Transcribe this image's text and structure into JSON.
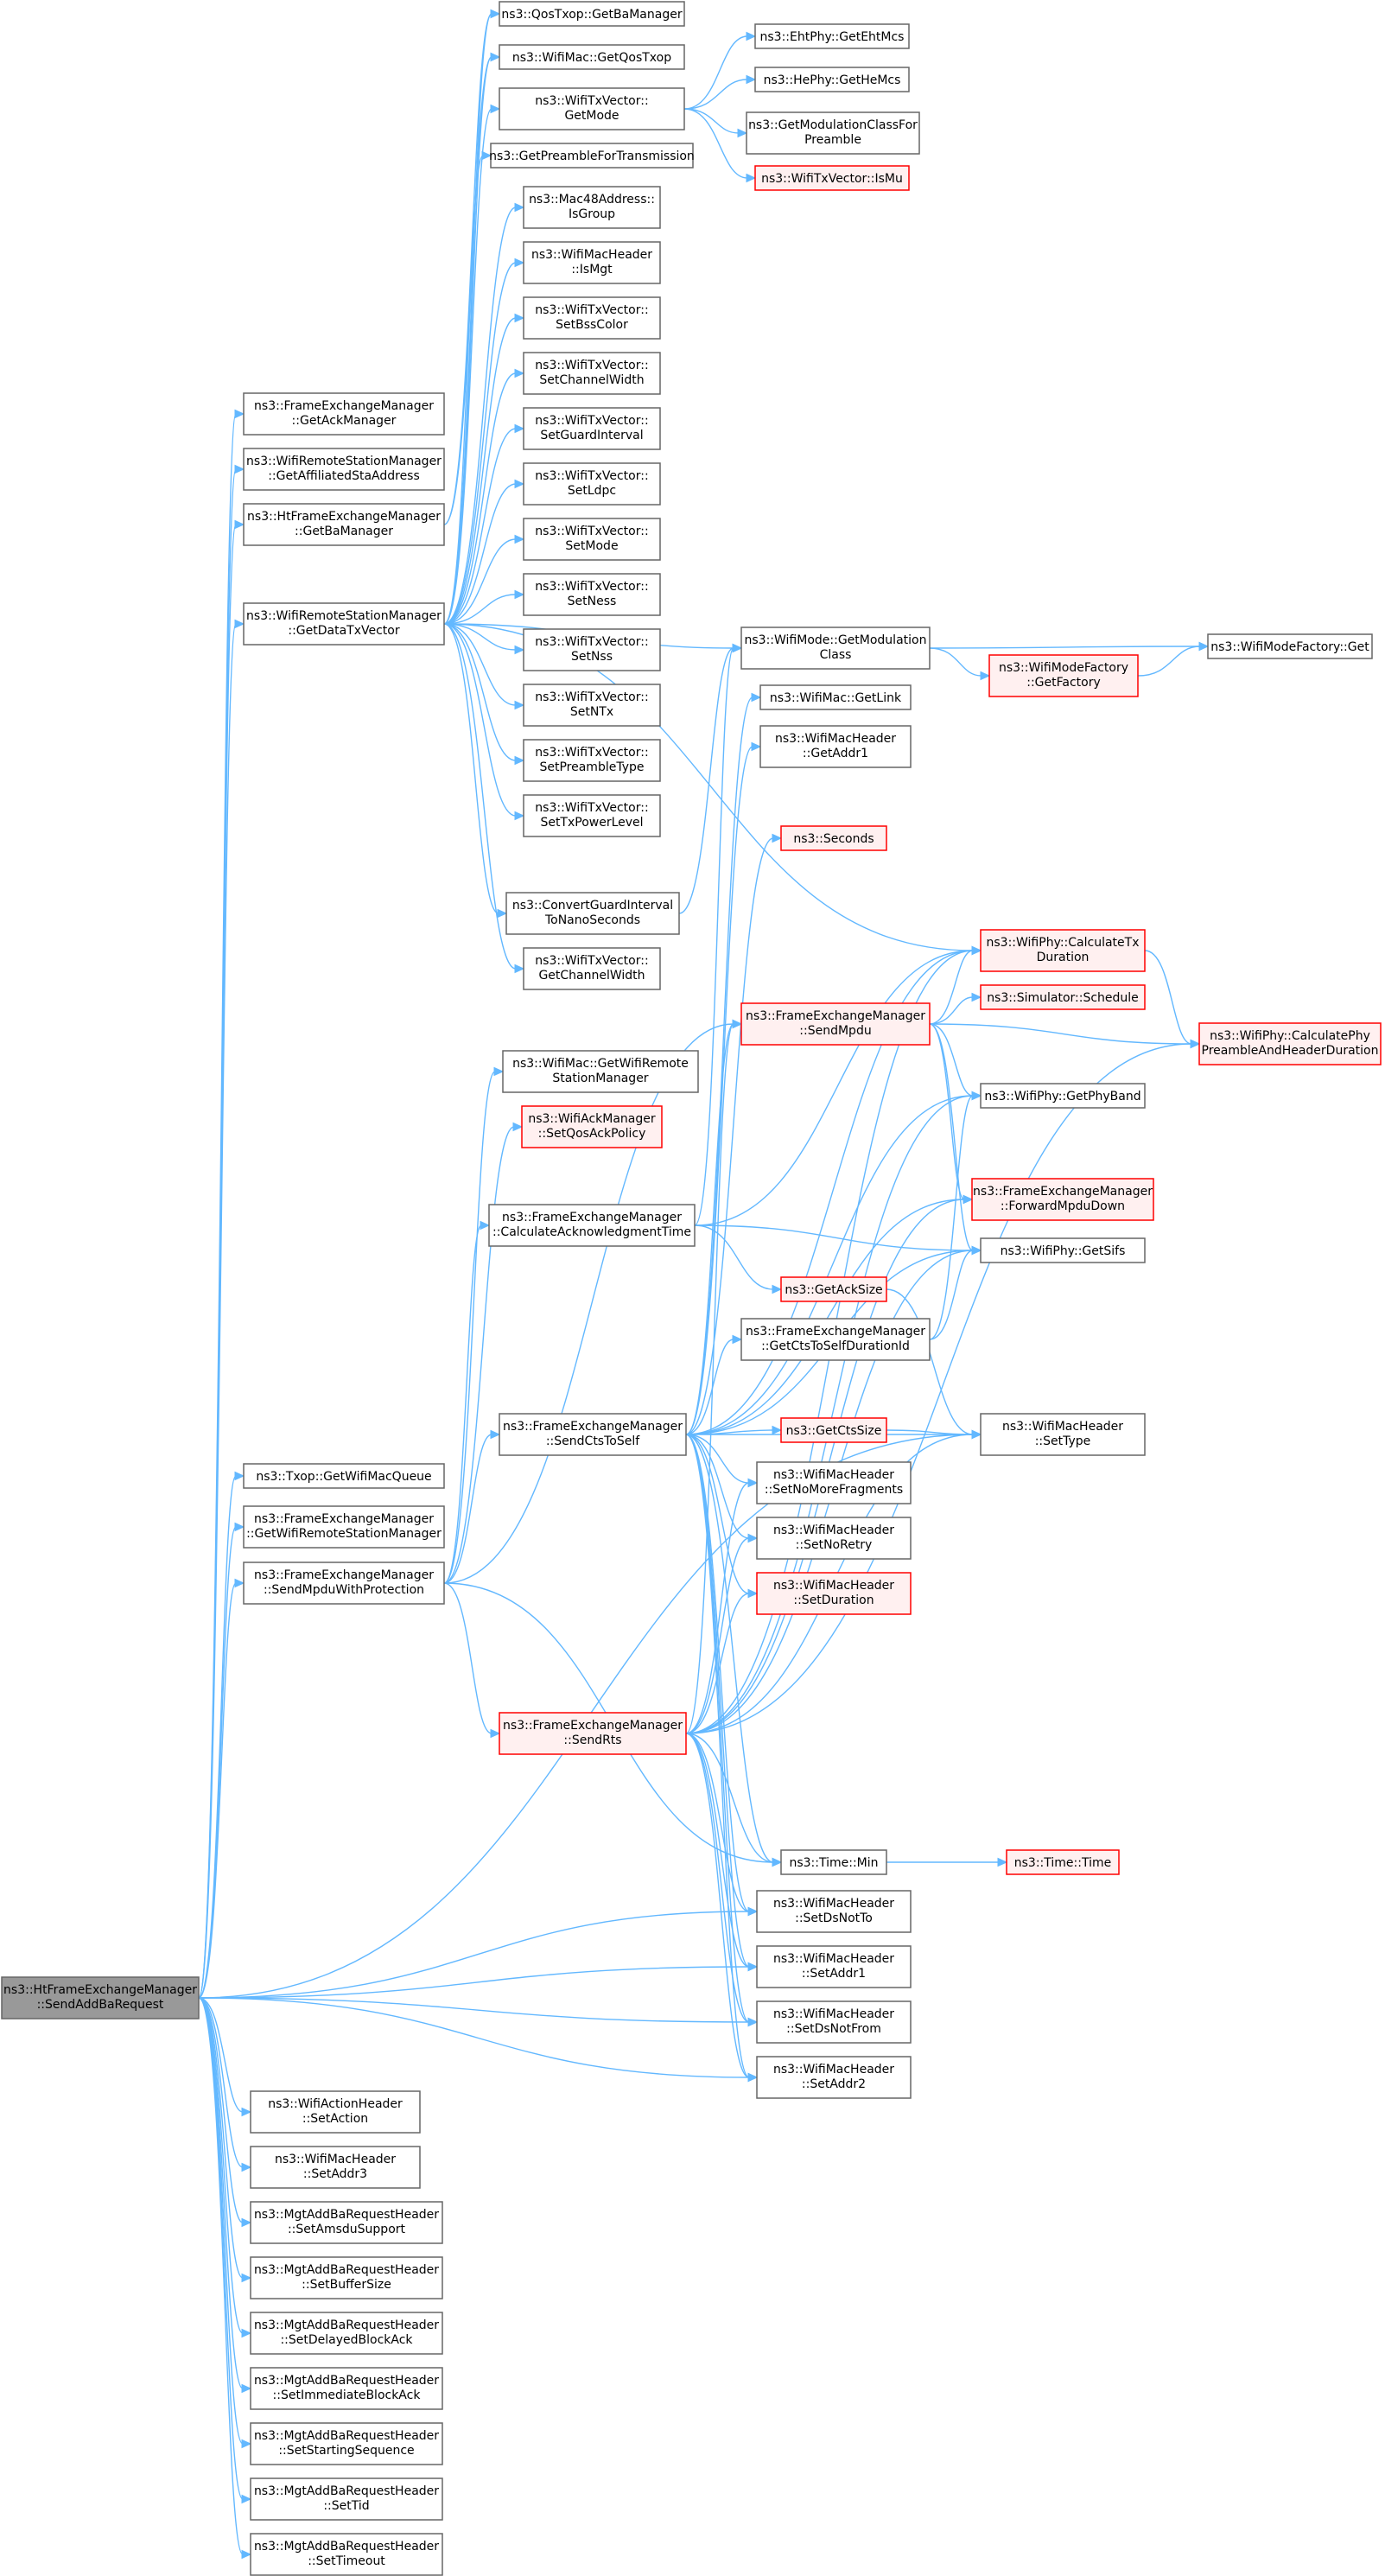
{
  "colors": {
    "edge": "#63b8ff",
    "node_border": "#666666",
    "node_fill": "#ffffff",
    "truncated_border": "#ff0000",
    "truncated_fill": "#fff0f0",
    "root_fill": "#999999",
    "root_border": "#666666",
    "text": "#000000"
  },
  "nodes": {
    "root": {
      "lines": [
        "ns3::HtFrameExchangeManager",
        "::SendAddBaRequest"
      ],
      "style": "root"
    },
    "getBaMgrQ": {
      "lines": [
        "ns3::QosTxop::GetBaManager"
      ],
      "style": "normal"
    },
    "getQosTxop": {
      "lines": [
        "ns3::WifiMac::GetQosTxop"
      ],
      "style": "normal"
    },
    "getMode": {
      "lines": [
        "ns3::WifiTxVector::",
        "GetMode"
      ],
      "style": "normal"
    },
    "getPreamble": {
      "lines": [
        "ns3::GetPreambleForTransmission"
      ],
      "style": "normal"
    },
    "isGroup": {
      "lines": [
        "ns3::Mac48Address::",
        "IsGroup"
      ],
      "style": "normal"
    },
    "isMgt": {
      "lines": [
        "ns3::WifiMacHeader",
        "::IsMgt"
      ],
      "style": "normal"
    },
    "setBss": {
      "lines": [
        "ns3::WifiTxVector::",
        "SetBssColor"
      ],
      "style": "normal"
    },
    "setChW": {
      "lines": [
        "ns3::WifiTxVector::",
        "SetChannelWidth"
      ],
      "style": "normal"
    },
    "setGI": {
      "lines": [
        "ns3::WifiTxVector::",
        "SetGuardInterval"
      ],
      "style": "normal"
    },
    "setLdpc": {
      "lines": [
        "ns3::WifiTxVector::",
        "SetLdpc"
      ],
      "style": "normal"
    },
    "setMode": {
      "lines": [
        "ns3::WifiTxVector::",
        "SetMode"
      ],
      "style": "normal"
    },
    "setNess": {
      "lines": [
        "ns3::WifiTxVector::",
        "SetNess"
      ],
      "style": "normal"
    },
    "setNss": {
      "lines": [
        "ns3::WifiTxVector::",
        "SetNss"
      ],
      "style": "normal"
    },
    "setNTx": {
      "lines": [
        "ns3::WifiTxVector::",
        "SetNTx"
      ],
      "style": "normal"
    },
    "setPre": {
      "lines": [
        "ns3::WifiTxVector::",
        "SetPreambleType"
      ],
      "style": "normal"
    },
    "setTxPwr": {
      "lines": [
        "ns3::WifiTxVector::",
        "SetTxPowerLevel"
      ],
      "style": "normal"
    },
    "convGI": {
      "lines": [
        "ns3::ConvertGuardInterval",
        "ToNanoSeconds"
      ],
      "style": "normal"
    },
    "getChW": {
      "lines": [
        "ns3::WifiTxVector::",
        "GetChannelWidth"
      ],
      "style": "normal"
    },
    "getEht": {
      "lines": [
        "ns3::EhtPhy::GetEhtMcs"
      ],
      "style": "normal"
    },
    "getHe": {
      "lines": [
        "ns3::HePhy::GetHeMcs"
      ],
      "style": "normal"
    },
    "getModClassPre": {
      "lines": [
        "ns3::GetModulationClassFor",
        "Preamble"
      ],
      "style": "normal"
    },
    "isMu": {
      "lines": [
        "ns3::WifiTxVector::IsMu"
      ],
      "style": "truncated"
    },
    "getAckMgr": {
      "lines": [
        "ns3::FrameExchangeManager",
        "::GetAckManager"
      ],
      "style": "normal"
    },
    "getAffSta": {
      "lines": [
        "ns3::WifiRemoteStationManager",
        "::GetAffiliatedStaAddress"
      ],
      "style": "normal"
    },
    "htGetBa": {
      "lines": [
        "ns3::HtFrameExchangeManager",
        "::GetBaManager"
      ],
      "style": "normal"
    },
    "getDataTx": {
      "lines": [
        "ns3::WifiRemoteStationManager",
        "::GetDataTxVector"
      ],
      "style": "normal"
    },
    "getModClass": {
      "lines": [
        "ns3::WifiMode::GetModulation",
        "Class"
      ],
      "style": "normal"
    },
    "getLink": {
      "lines": [
        "ns3::WifiMac::GetLink"
      ],
      "style": "normal"
    },
    "getAddr1": {
      "lines": [
        "ns3::WifiMacHeader",
        "::GetAddr1"
      ],
      "style": "normal"
    },
    "seconds": {
      "lines": [
        "ns3::Seconds"
      ],
      "style": "truncated"
    },
    "wmfGet": {
      "lines": [
        "ns3::WifiModeFactory::Get"
      ],
      "style": "normal"
    },
    "getFactory": {
      "lines": [
        "ns3::WifiModeFactory",
        "::GetFactory"
      ],
      "style": "truncated"
    },
    "calcTx": {
      "lines": [
        "ns3::WifiPhy::CalculateTx",
        "Duration"
      ],
      "style": "truncated"
    },
    "schedule": {
      "lines": [
        "ns3::Simulator::Schedule"
      ],
      "style": "truncated"
    },
    "calcPhy": {
      "lines": [
        "ns3::WifiPhy::CalculatePhy",
        "PreambleAndHeaderDuration"
      ],
      "style": "truncated"
    },
    "sendMpdu": {
      "lines": [
        "ns3::FrameExchangeManager",
        "::SendMpdu"
      ],
      "style": "truncated"
    },
    "getRSM": {
      "lines": [
        "ns3::WifiMac::GetWifiRemote",
        "StationManager"
      ],
      "style": "normal"
    },
    "setQosAck": {
      "lines": [
        "ns3::WifiAckManager",
        "::SetQosAckPolicy"
      ],
      "style": "truncated"
    },
    "getPhyBand": {
      "lines": [
        "ns3::WifiPhy::GetPhyBand"
      ],
      "style": "normal"
    },
    "fwdMpdu": {
      "lines": [
        "ns3::FrameExchangeManager",
        "::ForwardMpduDown"
      ],
      "style": "truncated"
    },
    "calcAck": {
      "lines": [
        "ns3::FrameExchangeManager",
        "::CalculateAcknowledgmentTime"
      ],
      "style": "normal"
    },
    "getSifs": {
      "lines": [
        "ns3::WifiPhy::GetSifs"
      ],
      "style": "normal"
    },
    "getAckSize": {
      "lines": [
        "ns3::GetAckSize"
      ],
      "style": "truncated"
    },
    "getCtsDur": {
      "lines": [
        "ns3::FrameExchangeManager",
        "::GetCtsToSelfDurationId"
      ],
      "style": "normal"
    },
    "sendCts": {
      "lines": [
        "ns3::FrameExchangeManager",
        "::SendCtsToSelf"
      ],
      "style": "normal"
    },
    "getCtsSize": {
      "lines": [
        "ns3::GetCtsSize"
      ],
      "style": "truncated"
    },
    "setType": {
      "lines": [
        "ns3::WifiMacHeader",
        "::SetType"
      ],
      "style": "normal"
    },
    "setNoMore": {
      "lines": [
        "ns3::WifiMacHeader",
        "::SetNoMoreFragments"
      ],
      "style": "normal"
    },
    "setNoRetry": {
      "lines": [
        "ns3::WifiMacHeader",
        "::SetNoRetry"
      ],
      "style": "normal"
    },
    "setDur": {
      "lines": [
        "ns3::WifiMacHeader",
        "::SetDuration"
      ],
      "style": "truncated"
    },
    "getWMQ": {
      "lines": [
        "ns3::Txop::GetWifiMacQueue"
      ],
      "style": "normal"
    },
    "femGetRSM": {
      "lines": [
        "ns3::FrameExchangeManager",
        "::GetWifiRemoteStationManager"
      ],
      "style": "normal"
    },
    "sendProt": {
      "lines": [
        "ns3::FrameExchangeManager",
        "::SendMpduWithProtection"
      ],
      "style": "normal"
    },
    "sendRts": {
      "lines": [
        "ns3::FrameExchangeManager",
        "::SendRts"
      ],
      "style": "truncated"
    },
    "timeMin": {
      "lines": [
        "ns3::Time::Min"
      ],
      "style": "normal"
    },
    "timeTime": {
      "lines": [
        "ns3::Time::Time"
      ],
      "style": "truncated"
    },
    "setDsNotTo": {
      "lines": [
        "ns3::WifiMacHeader",
        "::SetDsNotTo"
      ],
      "style": "normal"
    },
    "setAddr1": {
      "lines": [
        "ns3::WifiMacHeader",
        "::SetAddr1"
      ],
      "style": "normal"
    },
    "setDsNotFrom": {
      "lines": [
        "ns3::WifiMacHeader",
        "::SetDsNotFrom"
      ],
      "style": "normal"
    },
    "setAddr2": {
      "lines": [
        "ns3::WifiMacHeader",
        "::SetAddr2"
      ],
      "style": "normal"
    },
    "setAction": {
      "lines": [
        "ns3::WifiActionHeader",
        "::SetAction"
      ],
      "style": "normal"
    },
    "setAddr3": {
      "lines": [
        "ns3::WifiMacHeader",
        "::SetAddr3"
      ],
      "style": "normal"
    },
    "setAmsdu": {
      "lines": [
        "ns3::MgtAddBaRequestHeader",
        "::SetAmsduSupport"
      ],
      "style": "normal"
    },
    "setBuf": {
      "lines": [
        "ns3::MgtAddBaRequestHeader",
        "::SetBufferSize"
      ],
      "style": "normal"
    },
    "setDelayed": {
      "lines": [
        "ns3::MgtAddBaRequestHeader",
        "::SetDelayedBlockAck"
      ],
      "style": "normal"
    },
    "setImm": {
      "lines": [
        "ns3::MgtAddBaRequestHeader",
        "::SetImmediateBlockAck"
      ],
      "style": "normal"
    },
    "setStart": {
      "lines": [
        "ns3::MgtAddBaRequestHeader",
        "::SetStartingSequence"
      ],
      "style": "normal"
    },
    "setTid": {
      "lines": [
        "ns3::MgtAddBaRequestHeader",
        "::SetTid"
      ],
      "style": "normal"
    },
    "setTimeout": {
      "lines": [
        "ns3::MgtAddBaRequestHeader",
        "::SetTimeout"
      ],
      "style": "normal"
    }
  },
  "edges": [
    [
      "root",
      "getAckMgr"
    ],
    [
      "root",
      "getAffSta"
    ],
    [
      "root",
      "htGetBa"
    ],
    [
      "root",
      "getDataTx"
    ],
    [
      "root",
      "getWMQ"
    ],
    [
      "root",
      "femGetRSM"
    ],
    [
      "root",
      "sendProt"
    ],
    [
      "root",
      "setDsNotTo"
    ],
    [
      "root",
      "setAddr1"
    ],
    [
      "root",
      "setDsNotFrom"
    ],
    [
      "root",
      "setAddr2"
    ],
    [
      "root",
      "setType"
    ],
    [
      "root",
      "setAction"
    ],
    [
      "root",
      "setAddr3"
    ],
    [
      "root",
      "setAmsdu"
    ],
    [
      "root",
      "setBuf"
    ],
    [
      "root",
      "setDelayed"
    ],
    [
      "root",
      "setImm"
    ],
    [
      "root",
      "setStart"
    ],
    [
      "root",
      "setTid"
    ],
    [
      "root",
      "setTimeout"
    ],
    [
      "htGetBa",
      "getBaMgrQ"
    ],
    [
      "htGetBa",
      "getQosTxop"
    ],
    [
      "getDataTx",
      "getBaMgrQ"
    ],
    [
      "getDataTx",
      "getQosTxop"
    ],
    [
      "getDataTx",
      "getMode"
    ],
    [
      "getDataTx",
      "getPreamble"
    ],
    [
      "getDataTx",
      "isGroup"
    ],
    [
      "getDataTx",
      "isMgt"
    ],
    [
      "getDataTx",
      "setBss"
    ],
    [
      "getDataTx",
      "setChW"
    ],
    [
      "getDataTx",
      "setGI"
    ],
    [
      "getDataTx",
      "setLdpc"
    ],
    [
      "getDataTx",
      "setMode"
    ],
    [
      "getDataTx",
      "setNess"
    ],
    [
      "getDataTx",
      "setNss"
    ],
    [
      "getDataTx",
      "setNTx"
    ],
    [
      "getDataTx",
      "setPre"
    ],
    [
      "getDataTx",
      "setTxPwr"
    ],
    [
      "getDataTx",
      "convGI"
    ],
    [
      "getDataTx",
      "getChW"
    ],
    [
      "getDataTx",
      "getModClass"
    ],
    [
      "getDataTx",
      "calcTx"
    ],
    [
      "getMode",
      "getEht"
    ],
    [
      "getMode",
      "getHe"
    ],
    [
      "getMode",
      "getModClassPre"
    ],
    [
      "getMode",
      "isMu"
    ],
    [
      "convGI",
      "getModClass"
    ],
    [
      "getModClass",
      "wmfGet"
    ],
    [
      "getModClass",
      "getFactory"
    ],
    [
      "getFactory",
      "wmfGet"
    ],
    [
      "calcTx",
      "calcPhy"
    ],
    [
      "sendMpdu",
      "calcTx"
    ],
    [
      "sendMpdu",
      "schedule"
    ],
    [
      "sendMpdu",
      "calcPhy"
    ],
    [
      "sendMpdu",
      "getPhyBand"
    ],
    [
      "sendMpdu",
      "fwdMpdu"
    ],
    [
      "sendMpdu",
      "getSifs"
    ],
    [
      "calcAck",
      "getModClass"
    ],
    [
      "calcAck",
      "calcTx"
    ],
    [
      "calcAck",
      "getSifs"
    ],
    [
      "calcAck",
      "getAckSize"
    ],
    [
      "getAckSize",
      "setType"
    ],
    [
      "getCtsDur",
      "getPhyBand"
    ],
    [
      "getCtsDur",
      "getSifs"
    ],
    [
      "sendCts",
      "getLink"
    ],
    [
      "sendCts",
      "getAddr1"
    ],
    [
      "sendCts",
      "seconds"
    ],
    [
      "sendCts",
      "calcTx"
    ],
    [
      "sendCts",
      "sendMpdu"
    ],
    [
      "sendCts",
      "getPhyBand"
    ],
    [
      "sendCts",
      "fwdMpdu"
    ],
    [
      "sendCts",
      "getSifs"
    ],
    [
      "sendCts",
      "getCtsDur"
    ],
    [
      "sendCts",
      "getCtsSize"
    ],
    [
      "sendCts",
      "setType"
    ],
    [
      "sendCts",
      "setNoMore"
    ],
    [
      "sendCts",
      "setNoRetry"
    ],
    [
      "sendCts",
      "setDur"
    ],
    [
      "sendCts",
      "timeMin"
    ],
    [
      "sendCts",
      "setDsNotTo"
    ],
    [
      "sendCts",
      "setAddr1"
    ],
    [
      "sendCts",
      "setDsNotFrom"
    ],
    [
      "sendCts",
      "setAddr2"
    ],
    [
      "getCtsSize",
      "setType"
    ],
    [
      "sendProt",
      "getRSM"
    ],
    [
      "sendProt",
      "setQosAck"
    ],
    [
      "sendProt",
      "calcAck"
    ],
    [
      "sendProt",
      "sendCts"
    ],
    [
      "sendProt",
      "sendRts"
    ],
    [
      "sendProt",
      "timeMin"
    ],
    [
      "sendProt",
      "sendMpdu"
    ],
    [
      "sendRts",
      "sendMpdu"
    ],
    [
      "sendRts",
      "calcTx"
    ],
    [
      "sendRts",
      "calcPhy"
    ],
    [
      "sendRts",
      "getPhyBand"
    ],
    [
      "sendRts",
      "getSifs"
    ],
    [
      "sendRts",
      "setType"
    ],
    [
      "sendRts",
      "setNoMore"
    ],
    [
      "sendRts",
      "setNoRetry"
    ],
    [
      "sendRts",
      "setDur"
    ],
    [
      "sendRts",
      "timeMin"
    ],
    [
      "sendRts",
      "setDsNotTo"
    ],
    [
      "sendRts",
      "setAddr1"
    ],
    [
      "sendRts",
      "setDsNotFrom"
    ],
    [
      "sendRts",
      "setAddr2"
    ],
    [
      "sendRts",
      "fwdMpdu"
    ],
    [
      "timeMin",
      "timeTime"
    ]
  ]
}
